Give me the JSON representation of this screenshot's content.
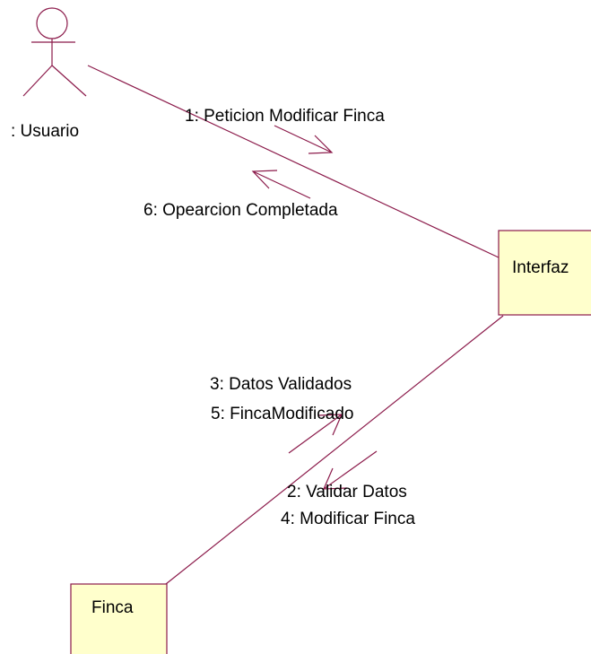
{
  "diagram": {
    "type": "uml-collaboration",
    "colors": {
      "line": "#8b1a4a",
      "object_fill": "#ffffcc",
      "text": "#000000"
    },
    "actor": {
      "label": ": Usuario"
    },
    "objects": [
      {
        "id": "interfaz",
        "label": "Interfaz"
      },
      {
        "id": "finca",
        "label": "Finca"
      }
    ],
    "links": [
      {
        "from": "usuario",
        "to": "interfaz",
        "messages": [
          {
            "label": "1: Peticion  Modificar Finca",
            "direction": "to-interfaz"
          },
          {
            "label": "6: Opearcion Completada",
            "direction": "to-usuario"
          }
        ]
      },
      {
        "from": "interfaz",
        "to": "finca",
        "messages": [
          {
            "label": "3: Datos Validados",
            "direction": "to-interfaz"
          },
          {
            "label": "5: FincaModificado",
            "direction": "to-interfaz"
          },
          {
            "label": "2: Validar Datos",
            "direction": "to-finca"
          },
          {
            "label": "4: Modificar Finca",
            "direction": "to-finca"
          }
        ]
      }
    ]
  }
}
